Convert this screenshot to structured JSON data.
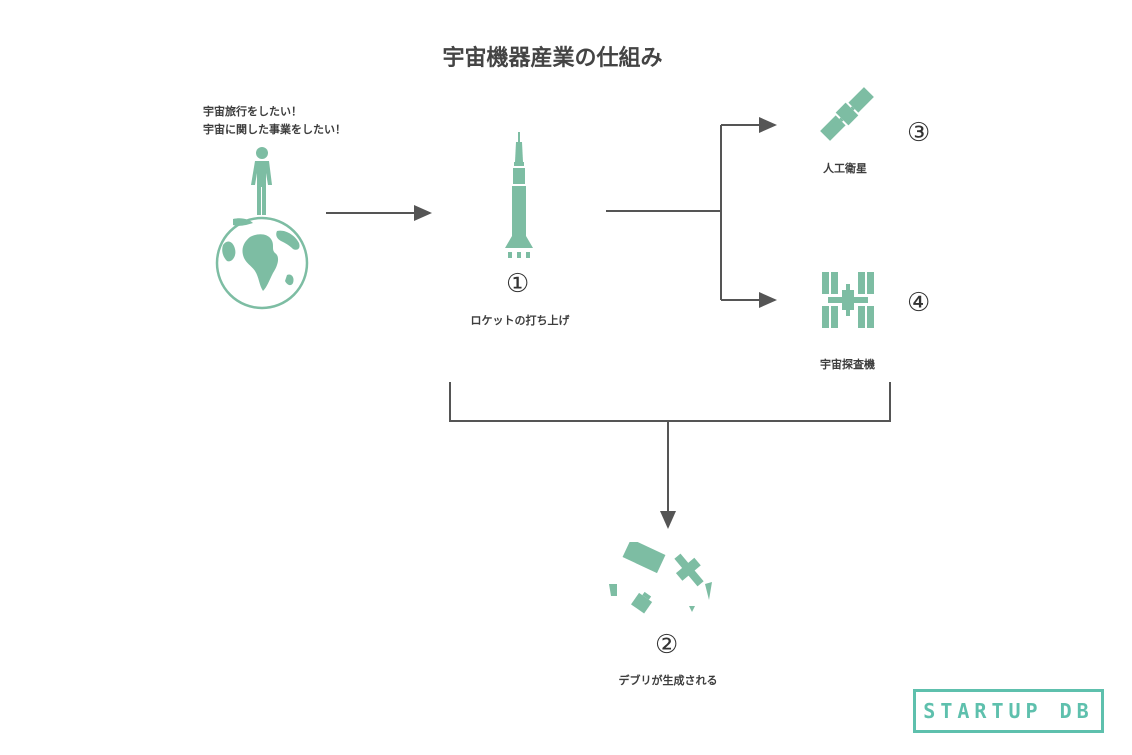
{
  "title": "宇宙機器産業の仕組み",
  "intent": {
    "line1": "宇宙旅行をしたい！",
    "line2": "宇宙に関した事業をしたい！"
  },
  "steps": {
    "launch": {
      "number": "①",
      "label": "ロケットの打ち上げ"
    },
    "debris": {
      "number": "②",
      "label": "デブリが生成される"
    },
    "satellite": {
      "number": "③",
      "label": "人工衛星"
    },
    "probe": {
      "number": "④",
      "label": "宇宙探査機"
    }
  },
  "logo": {
    "text": "STARTUP DB"
  },
  "colors": {
    "accent": "#7dbda3",
    "line": "#555555",
    "logo": "#5ec0ad"
  },
  "icons": [
    "person-on-globe-icon",
    "rocket-icon",
    "satellite-icon",
    "space-station-icon",
    "debris-icon"
  ]
}
